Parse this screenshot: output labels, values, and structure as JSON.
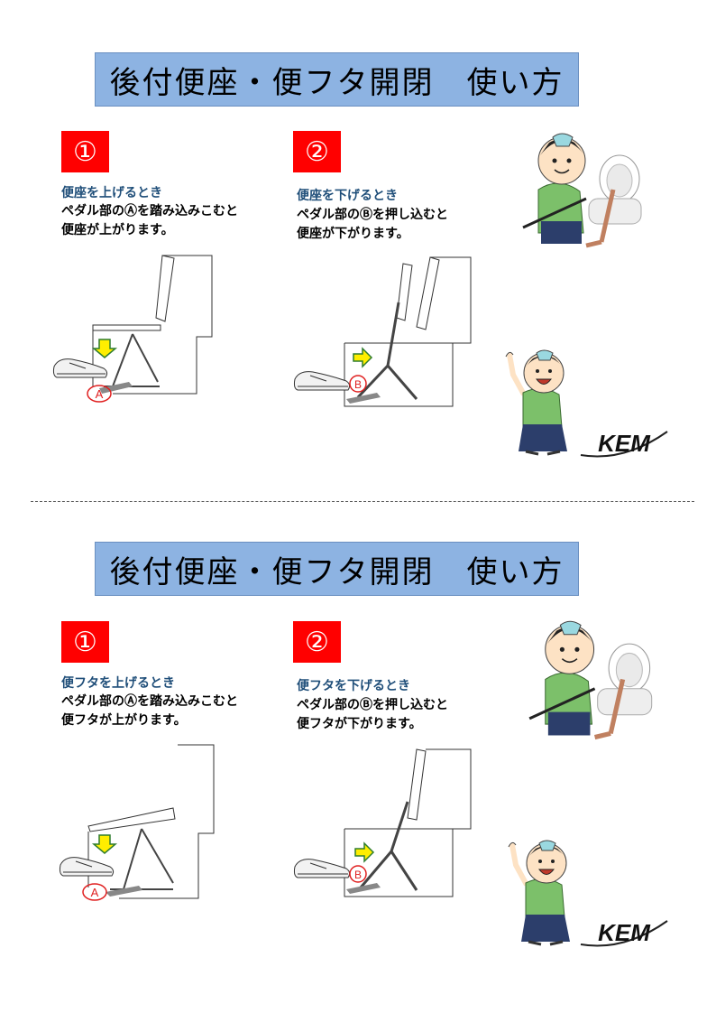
{
  "sections": [
    {
      "title": "後付便座・便フタ開閉　使い方",
      "steps": [
        {
          "number": "①",
          "heading": "便座を上げるとき",
          "lines": [
            "ペダル部のⒶを踏み込みこむと",
            "便座が上がります。"
          ],
          "marker": "A"
        },
        {
          "number": "②",
          "heading": "便座を下げるとき",
          "lines": [
            "ペダル部のⒷを押し込むと",
            "便座が下がります。"
          ],
          "marker": "B"
        }
      ]
    },
    {
      "title": "後付便座・便フタ開閉　使い方",
      "steps": [
        {
          "number": "①",
          "heading": "便フタを上げるとき",
          "lines": [
            "ペダル部のⒶを踏み込みこむと",
            "便フタが上がります。"
          ],
          "marker": "A"
        },
        {
          "number": "②",
          "heading": "便フタを下げるとき",
          "lines": [
            "ペダル部のⒷを押し込むと",
            "便フタが下がります。"
          ],
          "marker": "B"
        }
      ]
    }
  ],
  "logo_text": "KEM",
  "colors": {
    "banner": "#8db3e2",
    "step_box": "#ff0000",
    "heading": "#1f4e79",
    "marker": "#e02020",
    "arrow": "#ffee00"
  }
}
